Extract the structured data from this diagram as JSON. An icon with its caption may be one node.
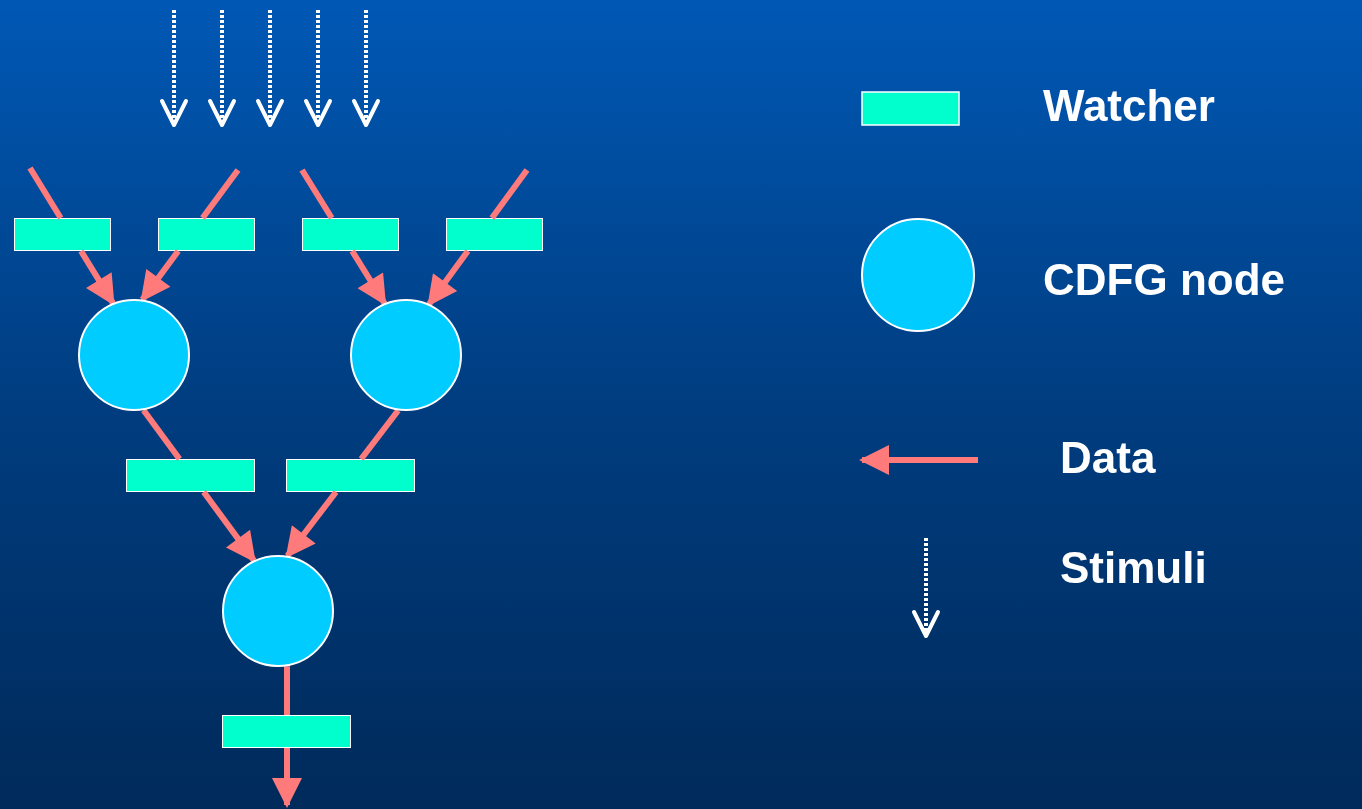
{
  "diagram": {
    "nodes": [
      {
        "text": [],
        "shape": "box"
      },
      {
        "text": [],
        "shape": "box"
      },
      {
        "text": [],
        "shape": "box"
      },
      {
        "text": [],
        "shape": "box"
      },
      {
        "text": [],
        "shape": "circle"
      },
      {
        "text": [],
        "shape": "circle"
      },
      {
        "text": [],
        "shape": "box"
      },
      {
        "text": [],
        "shape": "box"
      },
      {
        "text": [],
        "shape": "circle"
      },
      {
        "text": [],
        "shape": "box"
      }
    ],
    "edges": [
      {
        "from": null,
        "to": 0,
        "arrow": "none"
      },
      {
        "from": 0,
        "to": 4,
        "arrow": "to"
      },
      {
        "from": null,
        "to": 1,
        "arrow": "none"
      },
      {
        "from": 1,
        "to": 4,
        "arrow": "to"
      },
      {
        "from": null,
        "to": 2,
        "arrow": "none"
      },
      {
        "from": 2,
        "to": 5,
        "arrow": "to"
      },
      {
        "from": null,
        "to": 3,
        "arrow": "none"
      },
      {
        "from": 3,
        "to": 5,
        "arrow": "to"
      },
      {
        "from": 4,
        "to": 6,
        "arrow": "none"
      },
      {
        "from": 6,
        "to": 8,
        "arrow": "to"
      },
      {
        "from": 5,
        "to": 7,
        "arrow": "none"
      },
      {
        "from": 7,
        "to": 8,
        "arrow": "to"
      },
      {
        "from": 8,
        "to": 9,
        "arrow": "none"
      },
      {
        "from": 9,
        "to": null,
        "arrow": "to"
      }
    ],
    "legend": [
      {
        "text": "Watcher",
        "color": "#00ffcc"
      },
      {
        "text": "CDFG node",
        "color": "#00ccff"
      },
      {
        "text": "Data"
      },
      {
        "text": "Stimuli"
      }
    ]
  }
}
